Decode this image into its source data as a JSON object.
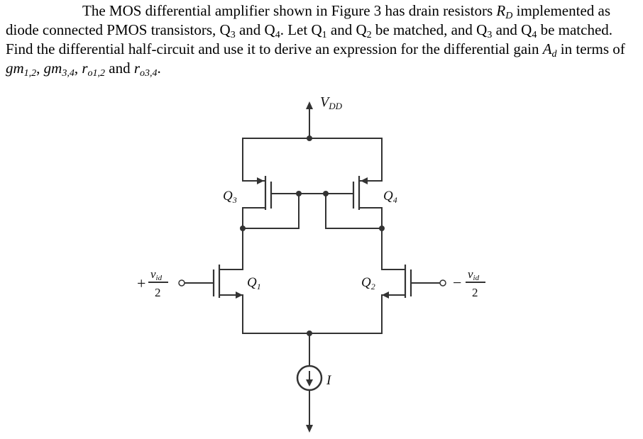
{
  "problem": {
    "s1": "The MOS differential amplifier shown in Figure 3 has drain resistors ",
    "rd_main": "R",
    "rd_sub": "D",
    "s2": " implemented as diode connected PMOS transistors, Q",
    "q3": "3",
    "s3": " and Q",
    "q4": "4",
    "s4": ". Let Q",
    "q1": "1",
    "s5": " and Q",
    "q2": "2",
    "s6": " be matched, and Q",
    "q3b": "3",
    "s7": " and Q",
    "q4b": "4",
    "s8": " be matched. Find the differential half-circuit and use it to derive an expression for the differential gain ",
    "ad_main": "A",
    "ad_sub": "d",
    "s9": " in terms of ",
    "gm12_main": "gm",
    "gm12_sub": "1,2",
    "sep1": ", ",
    "gm34_main": "gm",
    "gm34_sub": "3,4",
    "sep2": ", ",
    "ro12_main": "r",
    "ro12_sub": "o1,2",
    "s10": " and ",
    "ro34_main": "r",
    "ro34_sub": "o3,4",
    "end": "."
  },
  "circuit": {
    "vdd_main": "V",
    "vdd_sub": "DD",
    "q1_main": "Q",
    "q1_sub": "1",
    "q2_main": "Q",
    "q2_sub": "2",
    "q3_main": "Q",
    "q3_sub": "3",
    "q4_main": "Q",
    "q4_sub": "4",
    "current_label": "I",
    "left_input": {
      "sign": "+",
      "numerator": "v",
      "numerator_sub": "id",
      "denominator": "2"
    },
    "right_input": {
      "sign": "−",
      "numerator": "v",
      "numerator_sub": "id",
      "denominator": "2"
    }
  }
}
